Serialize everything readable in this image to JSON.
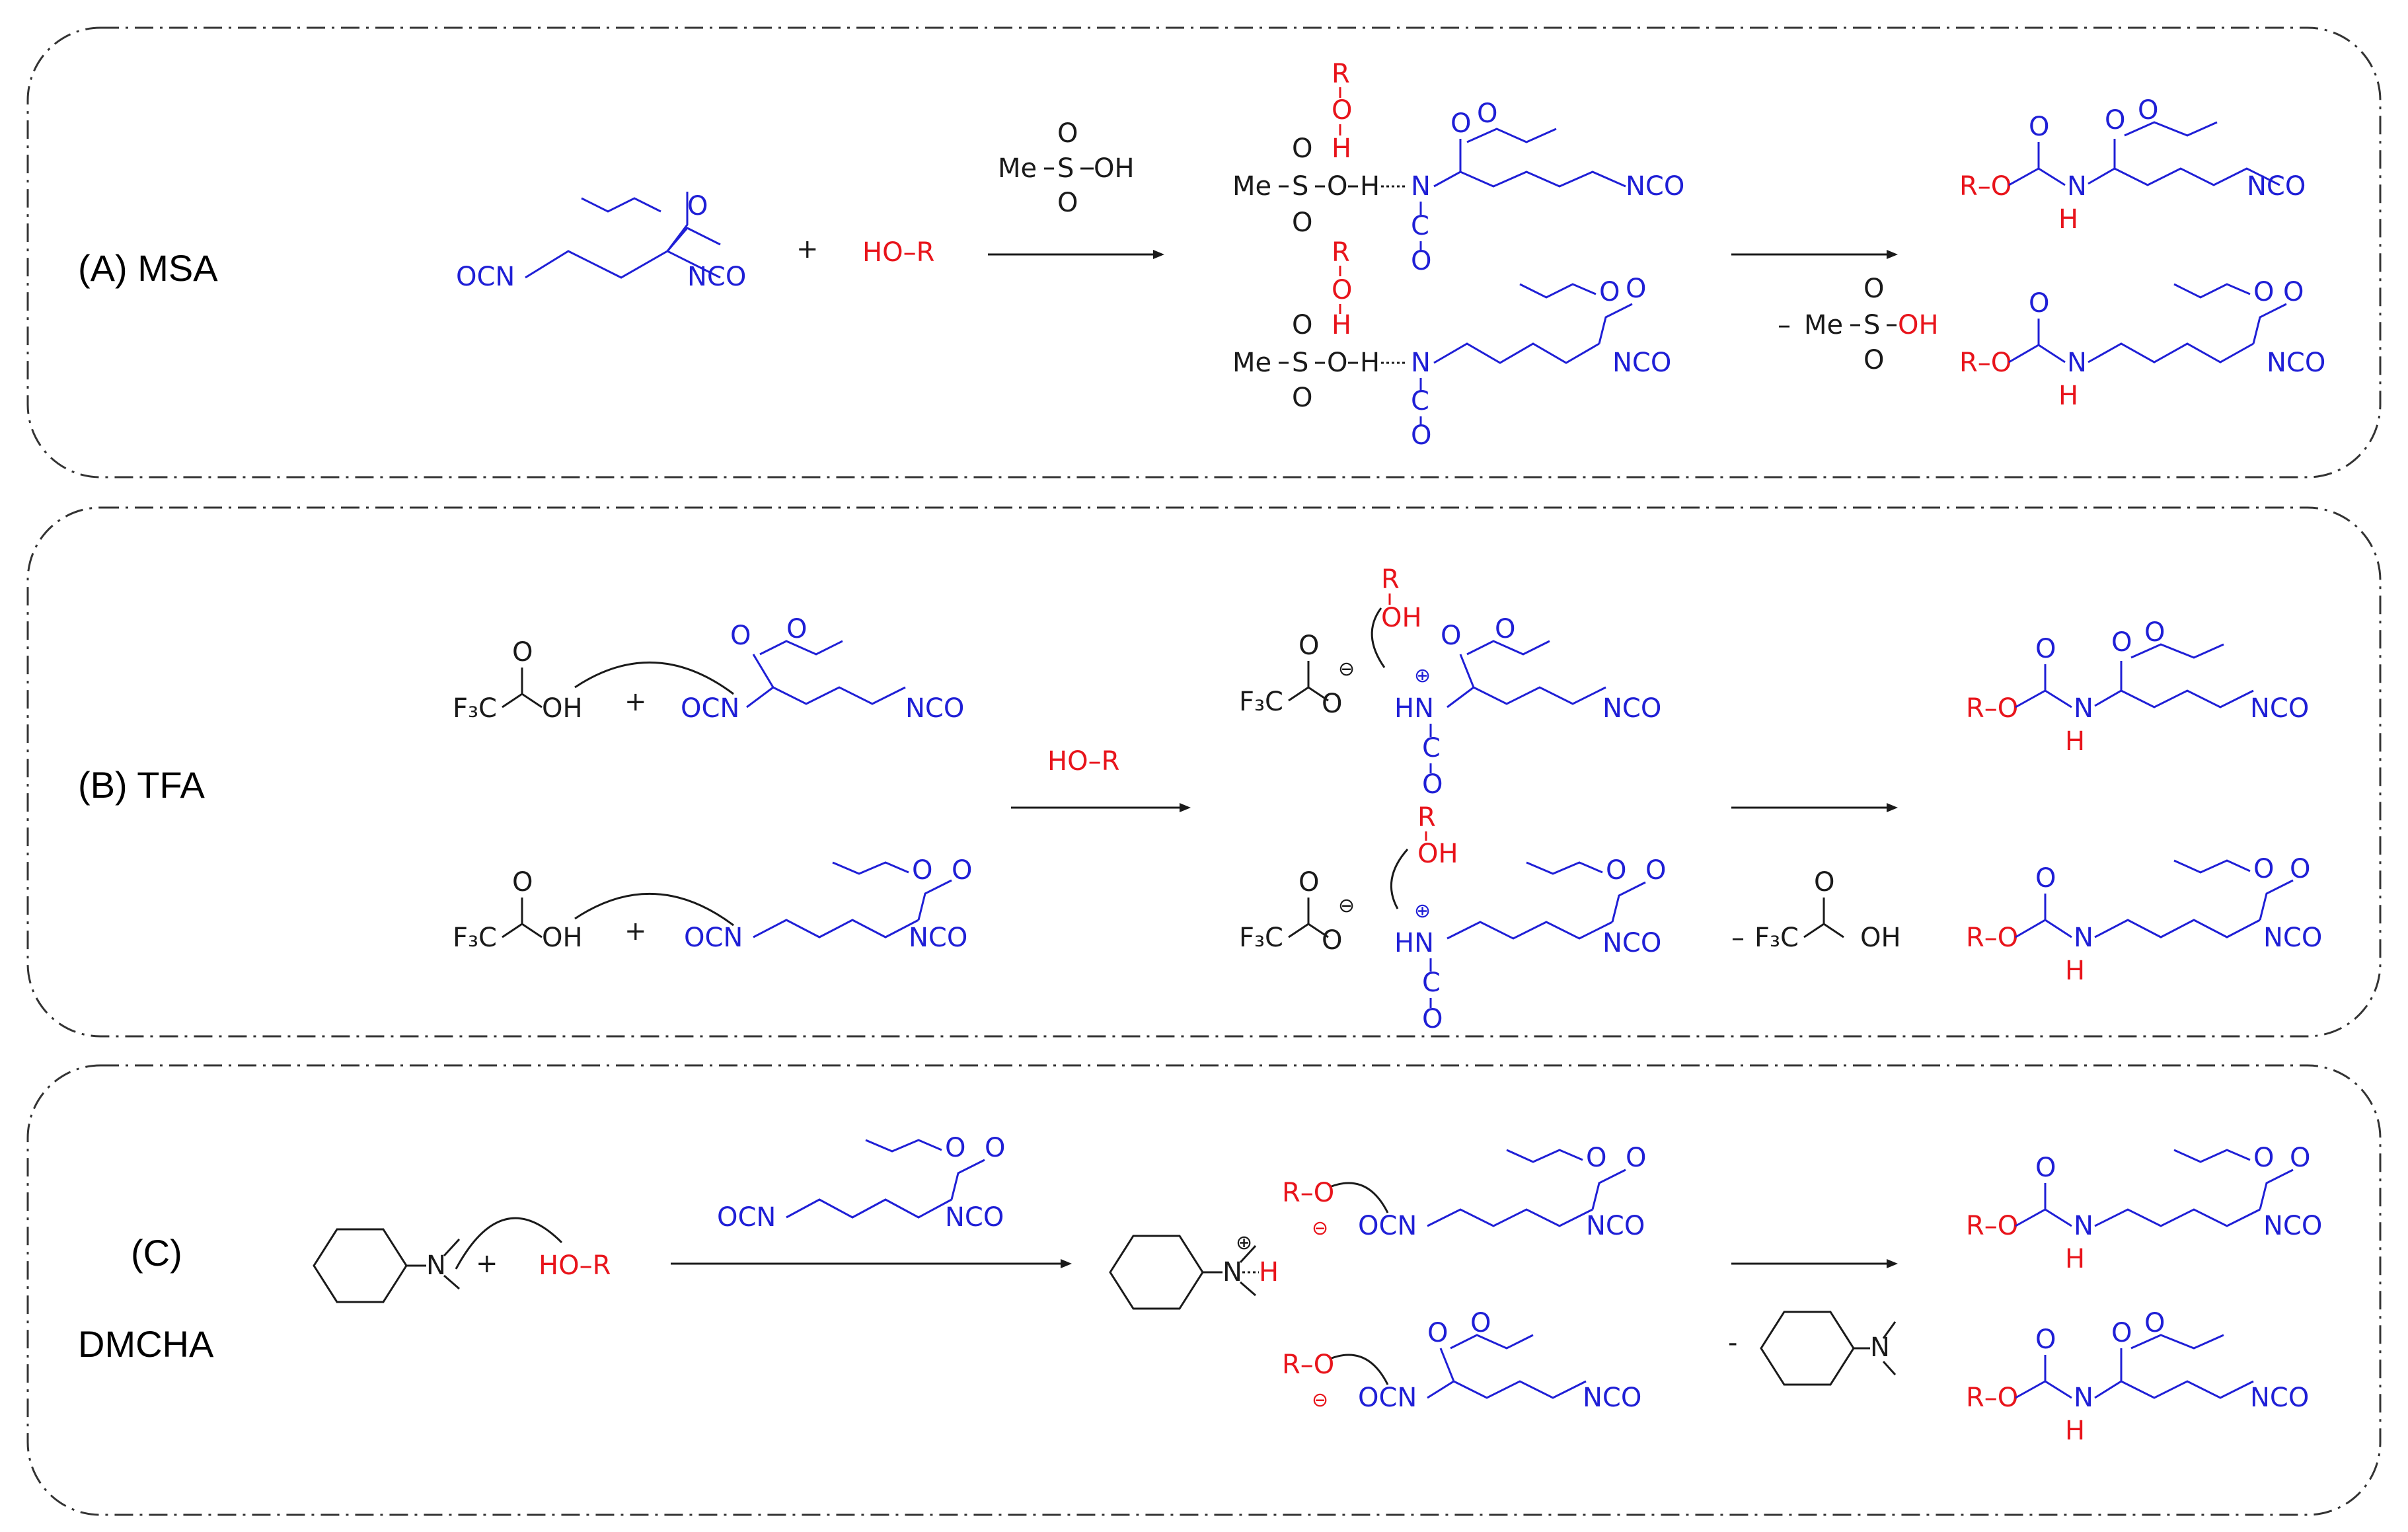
{
  "panels": [
    {
      "label": "(A) MSA"
    },
    {
      "label": "(B) TFA"
    },
    {
      "label_top": "(C)",
      "label_bottom": "DMCHA"
    }
  ],
  "atoms": {
    "ocn": "OCN",
    "nco": "NCO",
    "ho_r": "HO–R",
    "r_o": "R–O",
    "r": "R",
    "o": "O",
    "h": "H",
    "n": "N",
    "c": "C",
    "oh": "OH",
    "hn": "HN",
    "me": "Me",
    "s": "S",
    "f3c": "F₃C",
    "plus": "+",
    "minus": "–",
    "plus_charge": "⊕",
    "minus_charge": "⊖"
  },
  "reagents": {
    "msa_catalyst": "Me–S–OH",
    "msa_minus": "– Me–S–OH",
    "tfa_minus": "– F₃C–C(O)OH",
    "dmcha_minus": "-"
  }
}
